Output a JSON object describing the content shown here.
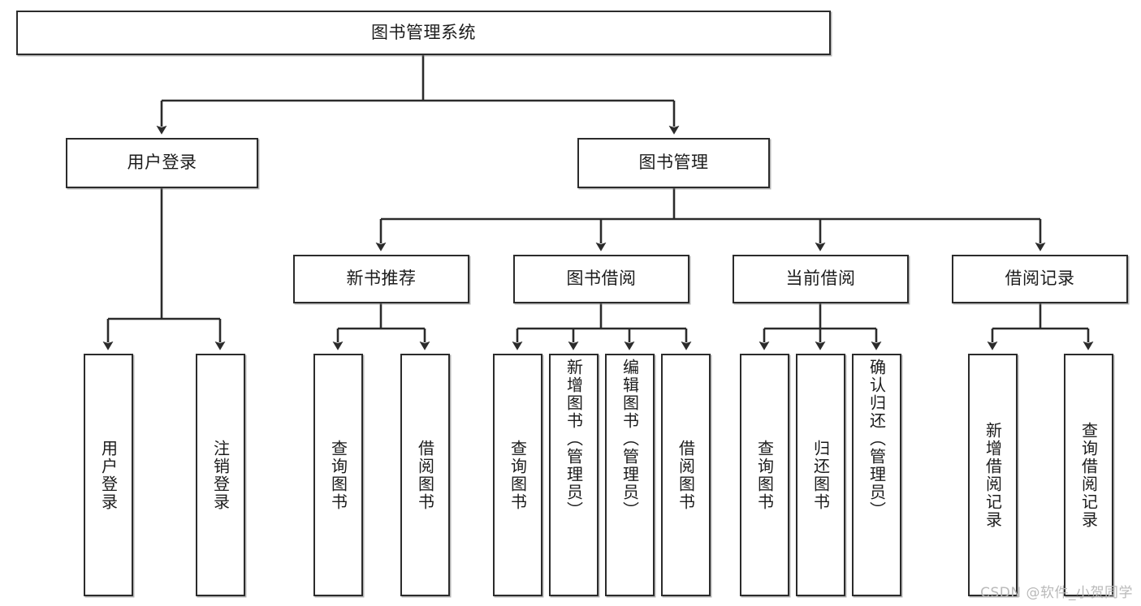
{
  "diagram": {
    "title": "图书管理系统",
    "watermark": "CSDN @软件_小贺同学",
    "colors": {
      "box_border": "#2b2b2b",
      "box_fill": "#ffffff",
      "line": "#2b2b2b",
      "text": "#1c1c1c",
      "watermark": "#b9b9b9"
    },
    "levels": {
      "root": {
        "label": "图书管理系统"
      },
      "level2": [
        {
          "label": "用户登录"
        },
        {
          "label": "图书管理"
        }
      ],
      "level3": [
        {
          "label": "新书推荐"
        },
        {
          "label": "图书借阅"
        },
        {
          "label": "当前借阅"
        },
        {
          "label": "借阅记录"
        }
      ],
      "leaves": {
        "user_login": [
          {
            "label": "用户登录"
          },
          {
            "label": "注销登录"
          }
        ],
        "new_book": [
          {
            "label": "查询图书"
          },
          {
            "label": "借阅图书"
          }
        ],
        "borrow": [
          {
            "label": "查询图书"
          },
          {
            "label": "新增图书（管理员）"
          },
          {
            "label": "编辑图书（管理员）"
          },
          {
            "label": "借阅图书"
          }
        ],
        "current": [
          {
            "label": "查询图书"
          },
          {
            "label": "归还图书"
          },
          {
            "label": "确认归还（管理员）"
          }
        ],
        "records": [
          {
            "label": "新增借阅记录"
          },
          {
            "label": "查询借阅记录"
          }
        ]
      }
    }
  }
}
